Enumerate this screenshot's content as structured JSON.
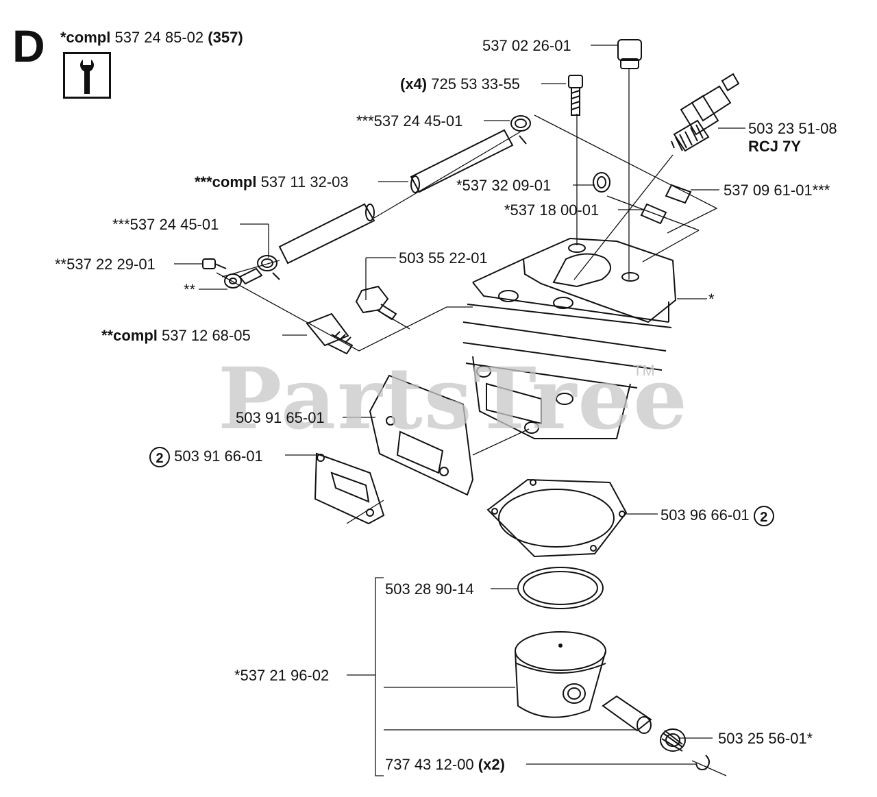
{
  "section": {
    "letter": "D",
    "kit_prefix": "*compl",
    "kit_number": "537 24 85-02",
    "kit_ref": "(357)"
  },
  "watermark": {
    "text": "PartsTree",
    "tm": "TM"
  },
  "labels": {
    "cap": "537 02 26-01",
    "screw_qty": "(x4)",
    "screw": "725 53 33-55",
    "clamp_top": "***537 24 45-01",
    "hose_prefix": "***compl",
    "hose": "537 11 32-03",
    "clamp_left": "***537 24 45-01",
    "fitting": "**537 22 29-01",
    "fitting_sub": "**",
    "valve_prefix": "**compl",
    "valve": "537 12 68-05",
    "plug": "503 55 22-01",
    "clip": "*537 32 09-01",
    "sleeve": "*537 18 00-01",
    "spark_plug": "503 23 51-08",
    "spark_plug_type": "RCJ 7Y",
    "sleeve_right": "537 09 61-01***",
    "cylinder": "*",
    "plate": "503 91 65-01",
    "gasket_exhaust": "503 91 66-01",
    "gasket_exhaust_circle": "2",
    "gasket_base": "503 96 66-01",
    "gasket_base_circle": "2",
    "piston_ring": "503 28 90-14",
    "piston": "*537 21 96-02",
    "bearing": "503 25 56-01*",
    "circlip": "737 43 12-00",
    "circlip_qty": "(x2)"
  }
}
